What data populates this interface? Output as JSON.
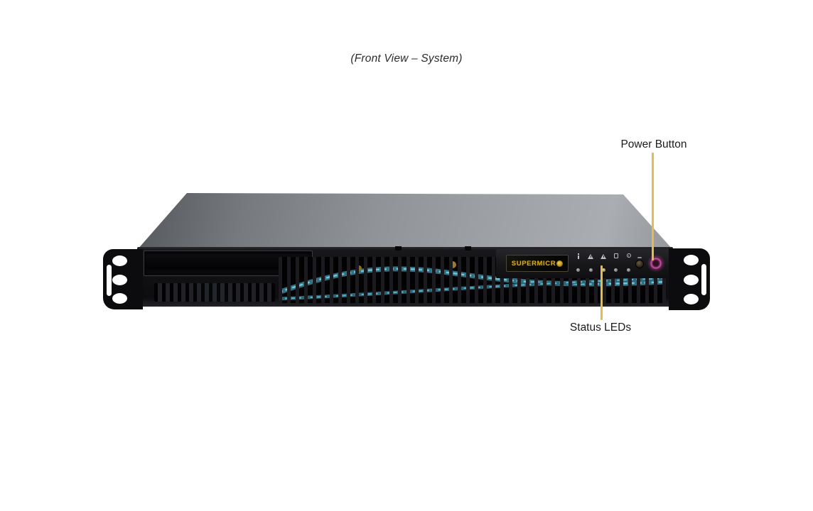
{
  "title": "(Front View – System)",
  "annotations": {
    "power_button_label": "Power Button",
    "status_leds_label": "Status LEDs"
  },
  "server": {
    "logo": {
      "text": "SUPERMICRO",
      "display_prefix": "SUPERMICR"
    },
    "front_panel": {
      "status_led_icons": [
        "info-icon",
        "overheat-warning-icon",
        "power-warning-icon",
        "hdd-activity-icon",
        "network-activity-icon"
      ],
      "status_led_count": 5,
      "buttons": [
        "uid-button",
        "power-button"
      ]
    },
    "features": [
      "optical-drive-bay",
      "vent-grille",
      "rack-ear-left",
      "rack-ear-right"
    ]
  },
  "colors": {
    "background": "#FFFFFF",
    "annotation_line": "#E3BC4D",
    "power_button_glow": "#D153AB",
    "logo_gold": "#D6A81C",
    "cable_teal": "#4FA3B8",
    "chassis_top_gray": "#9A9DA2",
    "chassis_front_black": "#101013"
  }
}
